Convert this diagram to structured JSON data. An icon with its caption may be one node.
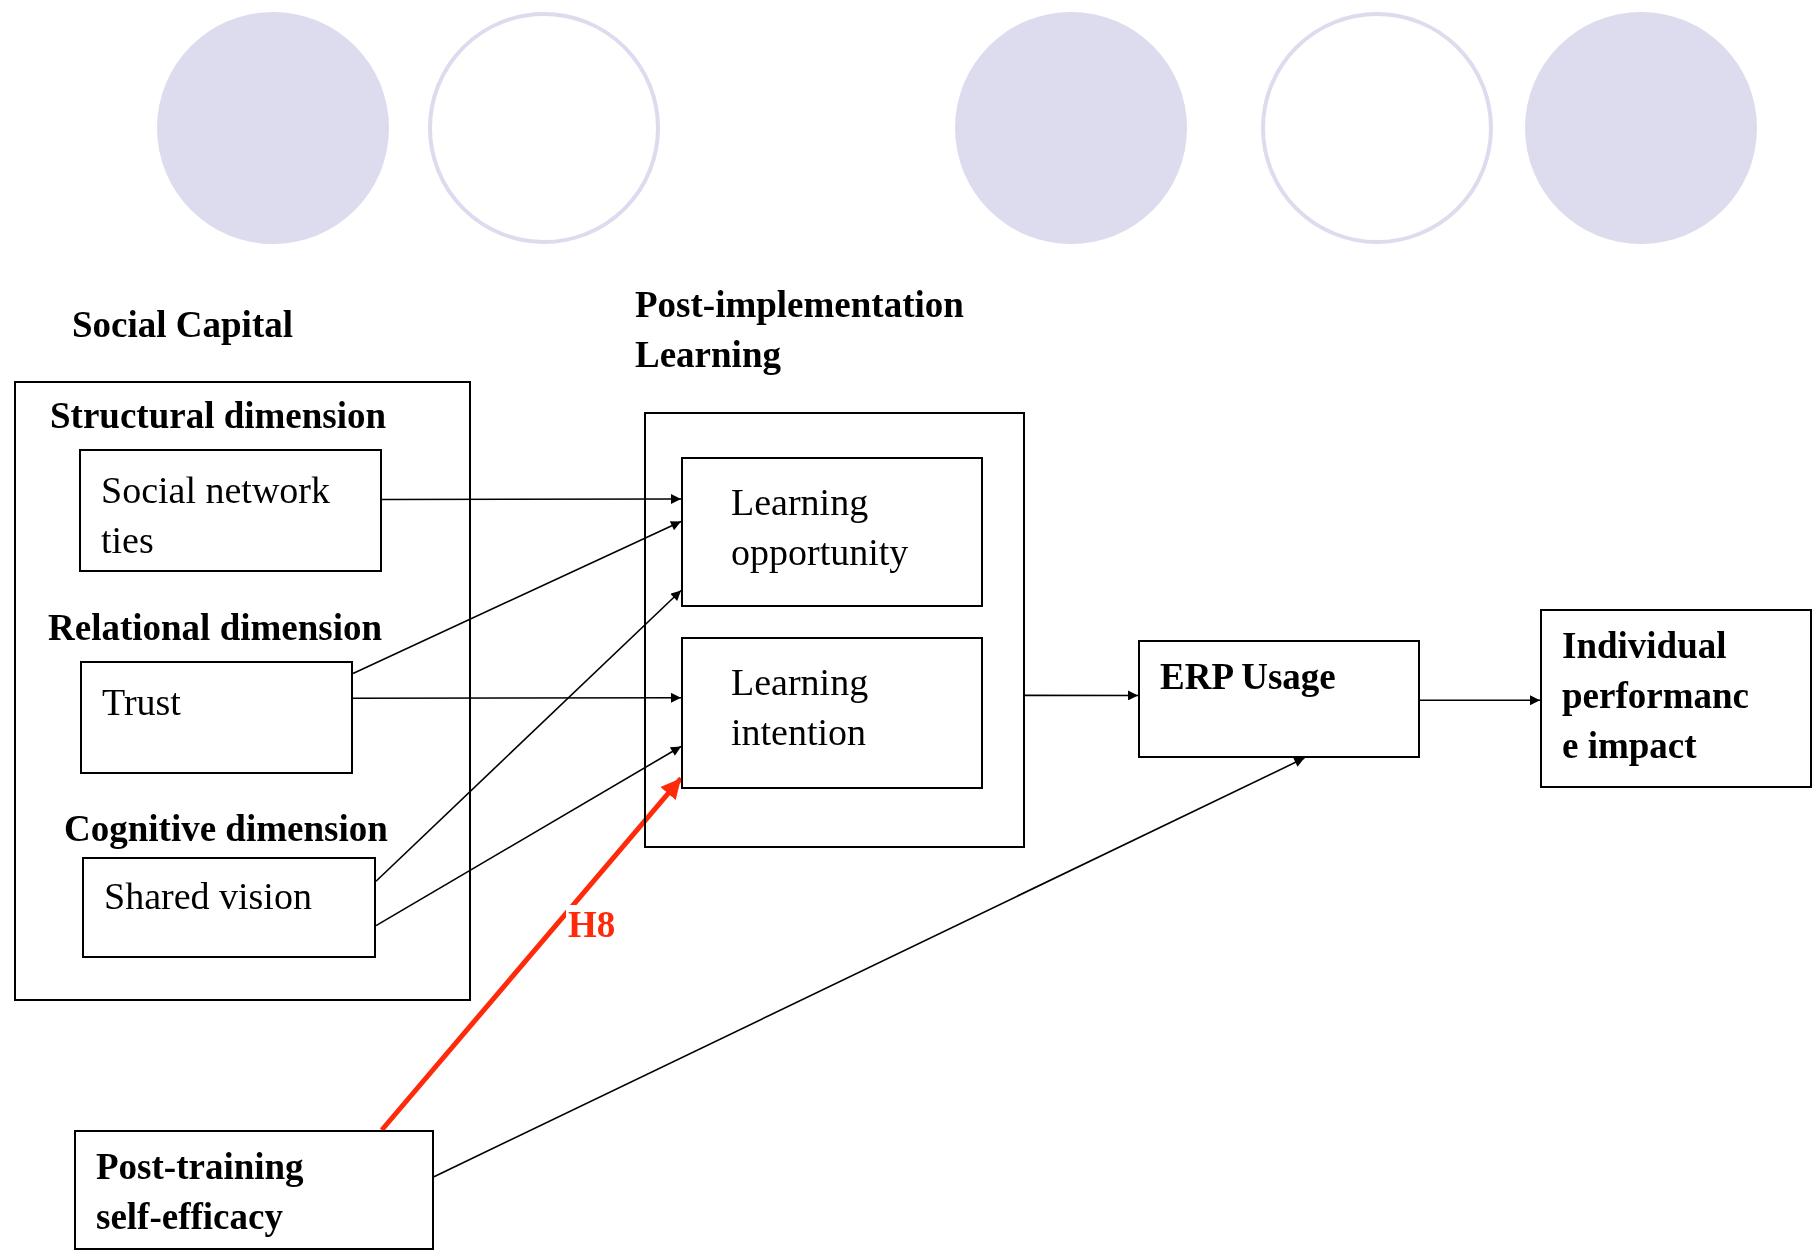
{
  "diagram": {
    "nodes": [
      {
        "text": [
          "Social Capital",
          "Structural dimension",
          "Relational dimension",
          "Cognitive dimension"
        ]
      },
      {
        "text": [
          "Social network ties"
        ],
        "in": 0
      },
      {
        "text": [
          "Trust"
        ],
        "in": 0
      },
      {
        "text": [
          "Shared vision"
        ],
        "in": 0
      },
      {
        "text": [
          "Post-implementation Learning"
        ]
      },
      {
        "text": [
          "Learning opportunity"
        ],
        "in": 4
      },
      {
        "text": [
          "Learning intention"
        ],
        "in": 4
      },
      {
        "text": [
          "ERP Usage"
        ]
      },
      {
        "text": [
          "Individual performanc e impact"
        ]
      },
      {
        "text": [
          "Post-training self-efficacy"
        ]
      }
    ],
    "edges": [
      {
        "from": 1,
        "to": 5,
        "arrow": "to"
      },
      {
        "from": 2,
        "to": 5,
        "arrow": "to"
      },
      {
        "from": 2,
        "to": 6,
        "arrow": "to"
      },
      {
        "from": 3,
        "to": 5,
        "arrow": "to"
      },
      {
        "from": 3,
        "to": 6,
        "arrow": "to"
      },
      {
        "from": 4,
        "to": 7,
        "arrow": "to"
      },
      {
        "from": 7,
        "to": 8,
        "arrow": "to"
      },
      {
        "from": 9,
        "to": 7,
        "arrow": "to"
      },
      {
        "from": 9,
        "to": 6,
        "arrow": "to",
        "label": "H8",
        "style": "thick",
        "color": "#ff2a0a"
      }
    ]
  }
}
